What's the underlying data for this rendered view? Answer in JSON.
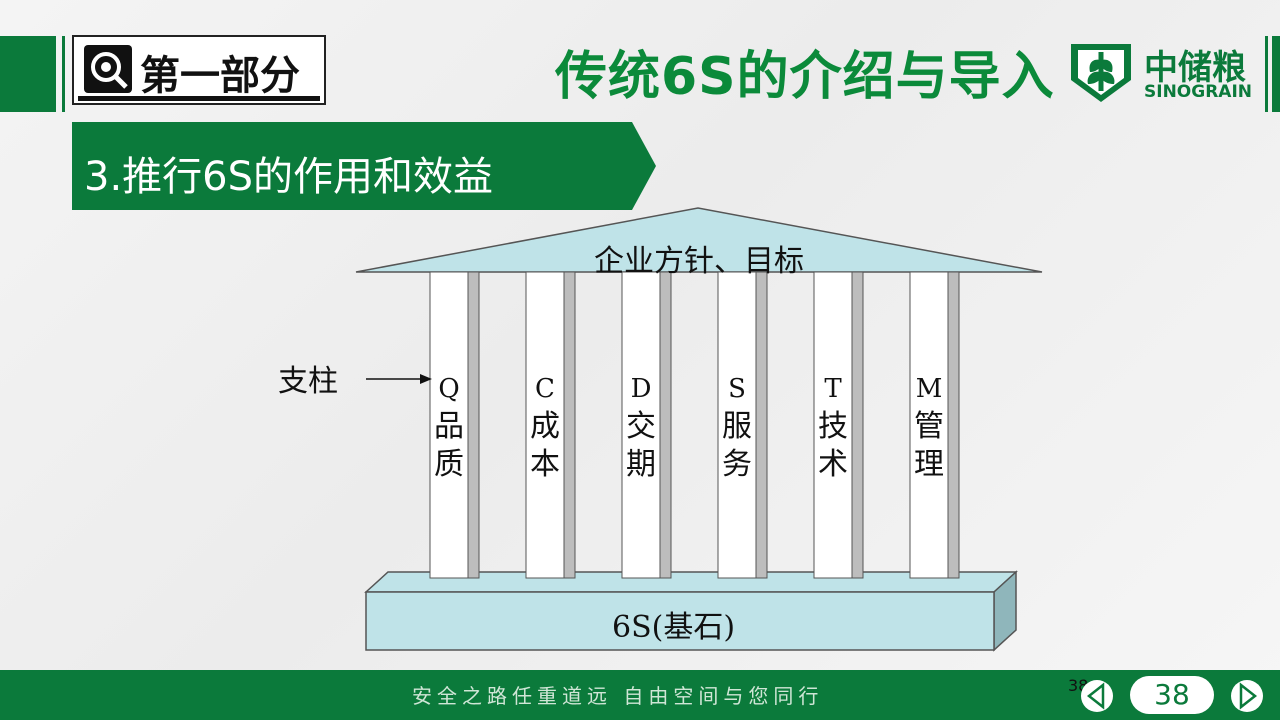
{
  "header": {
    "section_title": "第一部分",
    "main_title": "传统6S的介绍与导入",
    "logo_cn": "中储粮",
    "logo_en": "SINOGRAIN"
  },
  "subtitle": "3.推行6S的作用和效益",
  "diagram": {
    "roof": "企业方针、目标",
    "support_label": "支柱",
    "pillars": [
      {
        "letter": "Q",
        "text": "品质"
      },
      {
        "letter": "C",
        "text": "成本"
      },
      {
        "letter": "D",
        "text": "交期"
      },
      {
        "letter": "S",
        "text": "服务"
      },
      {
        "letter": "T",
        "text": "技术"
      },
      {
        "letter": "M",
        "text": "管理"
      }
    ],
    "base": "6S(基石)"
  },
  "footer": {
    "slogan": "安全之路任重道远 自由空间与您同行",
    "small_page": "38",
    "page_number": "38"
  },
  "colors": {
    "brand_green": "#0b7a3b",
    "title_green": "#0b8a3a",
    "diagram_fill": "#bfe3e8"
  }
}
